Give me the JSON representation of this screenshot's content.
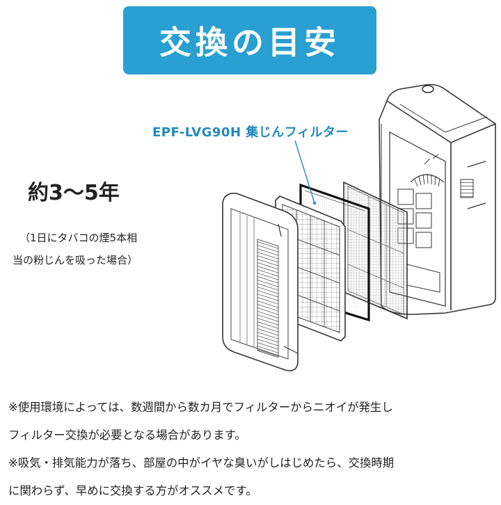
{
  "title": "交換の目安",
  "filter_label": "EPF-LVG90H 集じんフィルター",
  "lifespan": "約3〜5年",
  "condition": {
    "line1": "（1日にタバコの煙5本相",
    "line2": "当の粉じんを吸った場合）"
  },
  "notes": {
    "note1_line1": "※使用環境によっては、数週間から数カ月でフィルターからニオイが発生し",
    "note1_line2": "フィルター交換が必要となる場合があります。",
    "note2_line1": "※吸気・排気能力が落ち、部屋の中がイヤな臭いがしはじめたら、交換時期",
    "note2_line2": "に関わらず、早めに交換する方がオススメです。"
  },
  "colors": {
    "banner": "#2a9fd1",
    "label": "#2289bd",
    "line_art": "#333333"
  }
}
